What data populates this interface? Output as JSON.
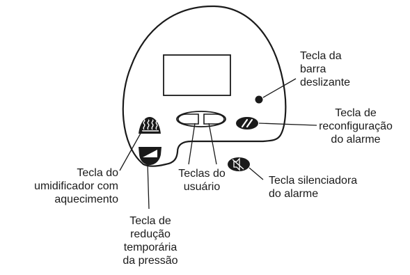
{
  "labels": {
    "slider_key": [
      "Tecla da",
      "barra",
      "deslizante"
    ],
    "alarm_reset_key": [
      "Tecla de",
      "reconfiguração",
      "do alarme"
    ],
    "alarm_silence_key": [
      "Tecla silenciadora",
      "do alarme"
    ],
    "user_keys": [
      "Teclas do",
      "usuário"
    ],
    "heated_humidifier_key": [
      "Tecla do",
      "umidificador com",
      "aquecimento"
    ],
    "ramp_key": [
      "Tecla de",
      "redução",
      "temporária",
      "da pressão"
    ]
  },
  "icons": {
    "humidifier": "heat-waves-icon",
    "ramp": "ramp-icon",
    "alarm_reset": "double-slash-icon",
    "alarm_silence": "muted-speaker-icon"
  },
  "colors": {
    "line": "#1a1a1a",
    "fill": "#ffffff"
  }
}
